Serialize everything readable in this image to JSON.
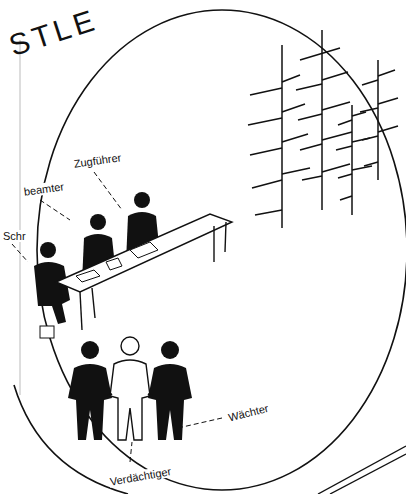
{
  "diagram": {
    "labels": [
      "STLE",
      "Zugführer",
      "beamter",
      "Schr",
      "Wächter",
      "Verdächtiger"
    ]
  }
}
